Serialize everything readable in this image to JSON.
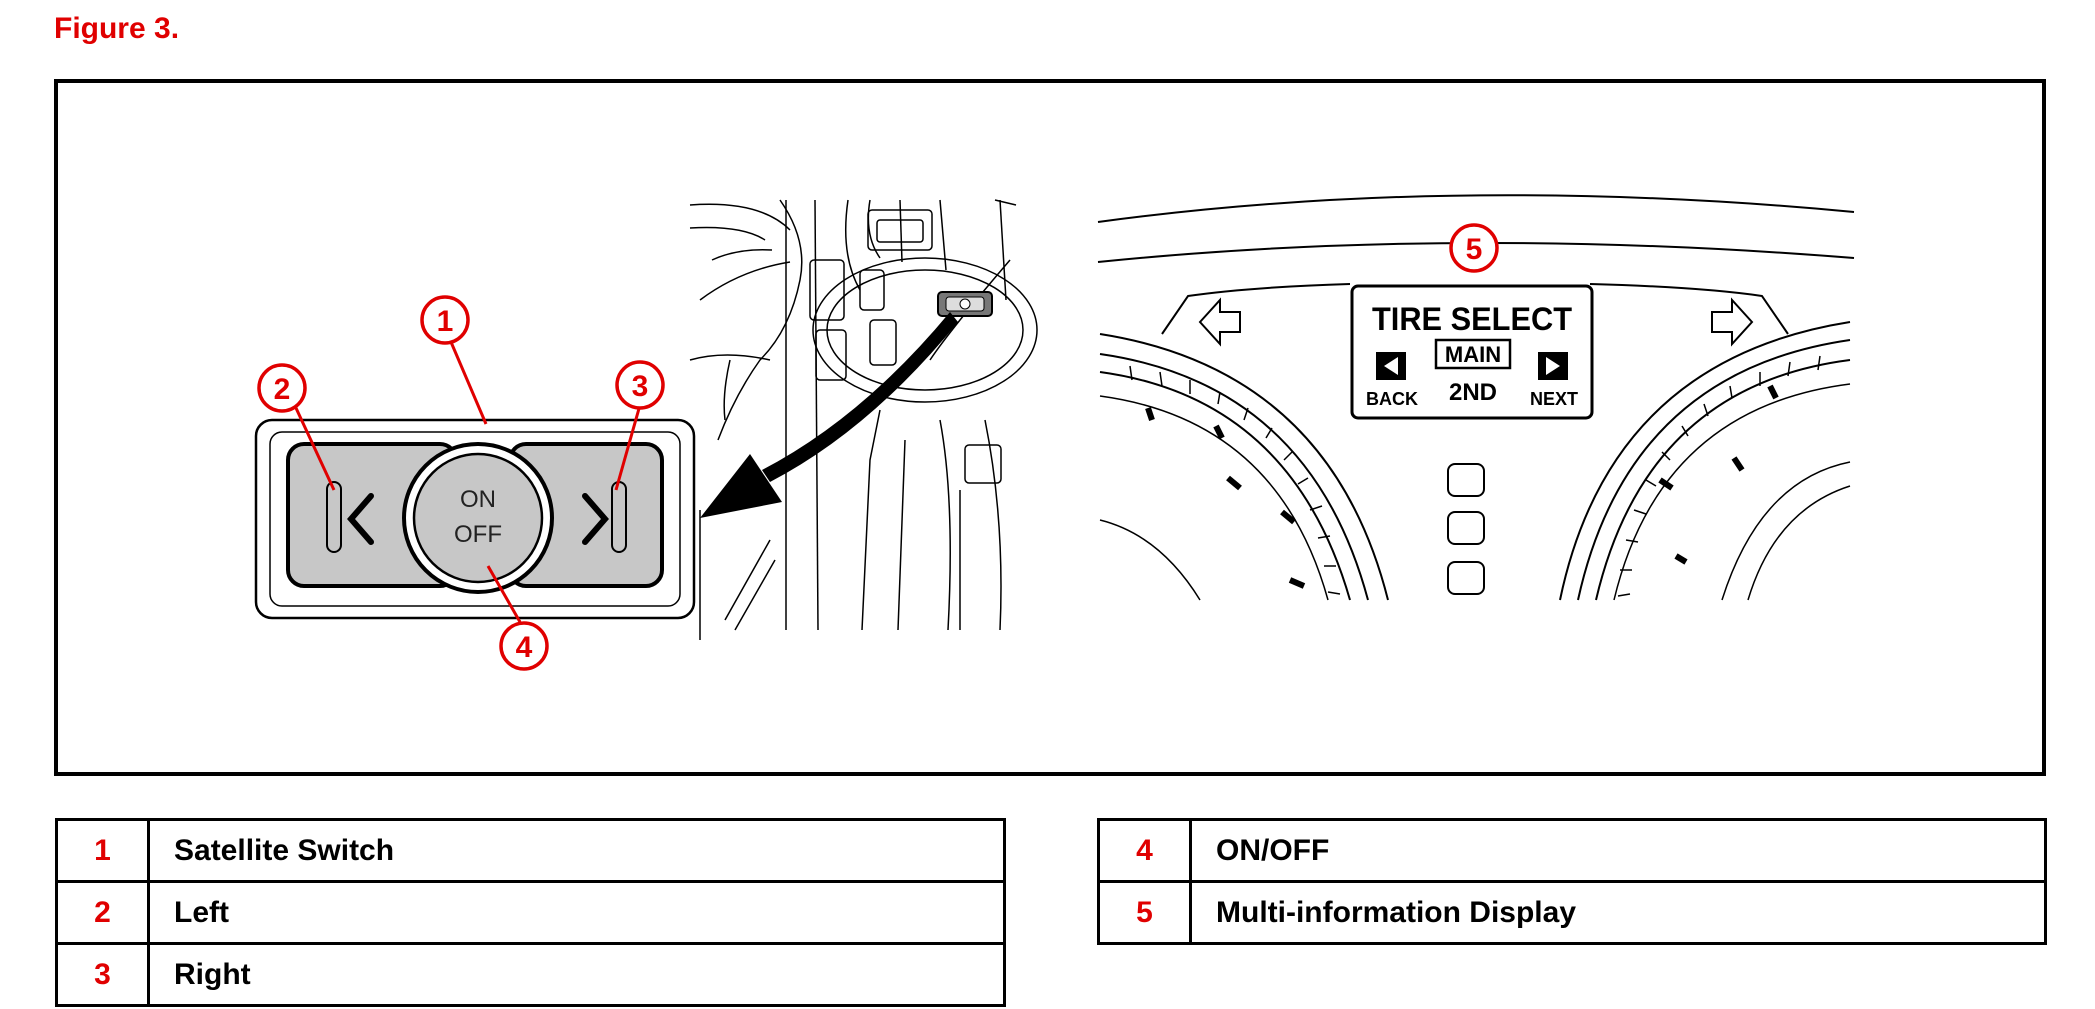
{
  "figure": {
    "title": "Figure 3."
  },
  "switch_panel": {
    "on_label": "ON",
    "off_label": "OFF"
  },
  "display": {
    "title": "TIRE SELECT",
    "main_label": "MAIN",
    "second_label": "2ND",
    "back_label": "BACK",
    "next_label": "NEXT"
  },
  "callouts": [
    "1",
    "2",
    "3",
    "4",
    "5"
  ],
  "legend_left": [
    {
      "num": "1",
      "label": "Satellite Switch"
    },
    {
      "num": "2",
      "label": "Left"
    },
    {
      "num": "3",
      "label": "Right"
    }
  ],
  "legend_right": [
    {
      "num": "4",
      "label": "ON/OFF"
    },
    {
      "num": "5",
      "label": "Multi-information Display"
    }
  ],
  "colors": {
    "accent": "#e00000",
    "switch_gray": "#c7c7c7",
    "line": "#000000"
  }
}
